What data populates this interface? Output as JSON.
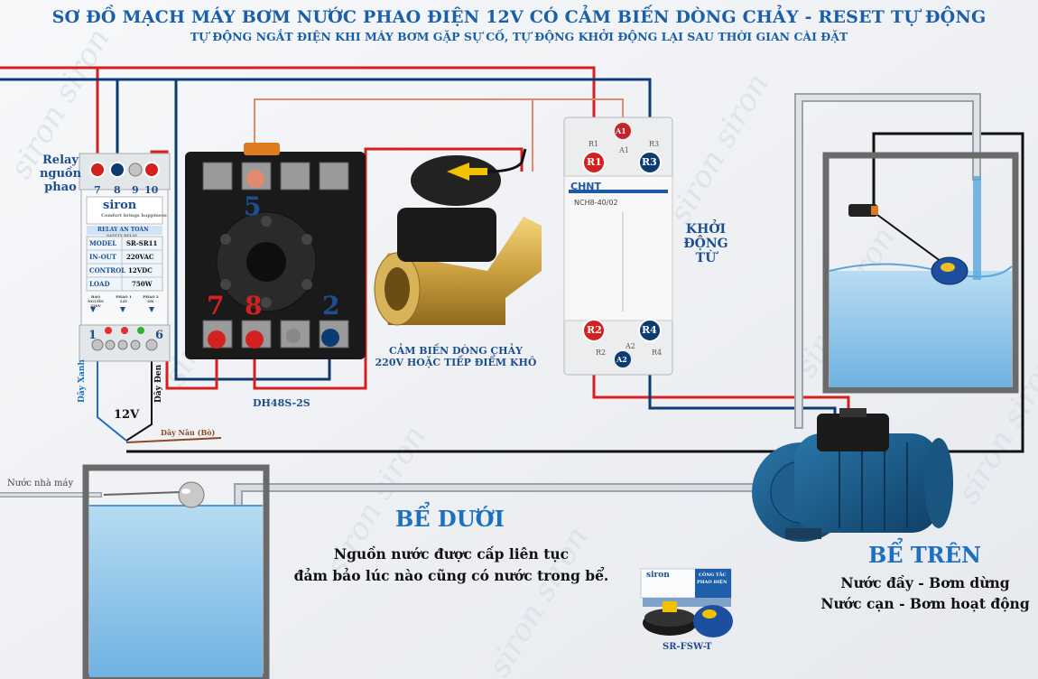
{
  "header": {
    "title": "SƠ ĐỒ MẠCH MÁY BƠM NƯỚC PHAO ĐIỆN 12V CÓ CẢM BIẾN DÒNG CHẢY - RESET TỰ ĐỘNG",
    "subtitle": "TỰ ĐỘNG NGẮT ĐIỆN KHI MÁY BƠM GẶP SỰ CỐ, TỰ ĐỘNG KHỞI ĐỘNG LẠI SAU THỜI GIAN CÀI ĐẶT"
  },
  "relay_float": {
    "label_line1": "Relay",
    "label_line2": "nguồn",
    "label_line3": "phao",
    "terminals_top": [
      "7",
      "8",
      "9",
      "10"
    ],
    "brand": "siron",
    "brand_sub": "Comfort brings happiness",
    "name": "RELAY AN TOÀN",
    "name_sub": "SAFETY RELAY",
    "specs": [
      {
        "key": "MODEL",
        "value": "SR-SR11"
      },
      {
        "key": "IN-OUT",
        "value": "220VAC"
      },
      {
        "key": "CONTROL",
        "value": "12VDC"
      },
      {
        "key": "LOAD",
        "value": "750W"
      }
    ],
    "indicators": [
      "BÁO NGUỒN 220V",
      "PHAO 1 12V",
      "PHAO 2 ON"
    ],
    "terminal_left": "1",
    "terminal_right": "6",
    "wire_green": "Dây Xanh",
    "wire_black": "Dây Đen",
    "voltage": "12V",
    "wire_brown": "Dây Nâu (Bò)"
  },
  "timer_socket": {
    "label": "DH48S-2S",
    "top_pin": "5",
    "bottom_pins": [
      "7",
      "8",
      "2"
    ]
  },
  "flow_sensor": {
    "label_line1": "CẢM BIẾN DÒNG CHẢY",
    "label_line2": "220V HOẶC TIẾP ĐIỂM KHÔ"
  },
  "contactor": {
    "brand": "CHNT",
    "model": "NCH8-40/02",
    "terminal_labels": {
      "top_left": "R1",
      "top_mid": "A1",
      "top_right": "R3",
      "bot_left": "R2",
      "bot_mid": "A2",
      "bot_right": "R4"
    },
    "badges": {
      "a1": "A1",
      "r1": "R1",
      "r3": "R3",
      "r2": "R2",
      "r4": "R4",
      "a2": "A2"
    },
    "label_line1": "KHỞI",
    "label_line2": "ĐỘNG",
    "label_line3": "TỪ"
  },
  "tank_lower": {
    "inlet": "Nước nhà máy",
    "title": "BỂ DƯỚI",
    "desc_line1": "Nguồn nước được cấp liên tục",
    "desc_line2": "đảm bảo lúc nào cũng có nước trong bể."
  },
  "tank_upper": {
    "title": "BỂ TRÊN",
    "desc_line1": "Nước đầy - Bơm dừng",
    "desc_line2": "Nước cạn - Bơm hoạt động"
  },
  "product": {
    "brand": "siron",
    "box_text_line1": "CÔNG TẮC",
    "box_text_line2": "PHAO ĐIỆN",
    "model": "SR-FSW-T"
  },
  "watermark": "siron",
  "colors": {
    "title_blue": "#1a5fa8",
    "wire_red": "#d42020",
    "wire_navy": "#0c3b73",
    "wire_pink": "#e08a6e",
    "wire_black": "#111111",
    "water": "#8fc6ea",
    "tank_frame": "#5a5a5a"
  }
}
